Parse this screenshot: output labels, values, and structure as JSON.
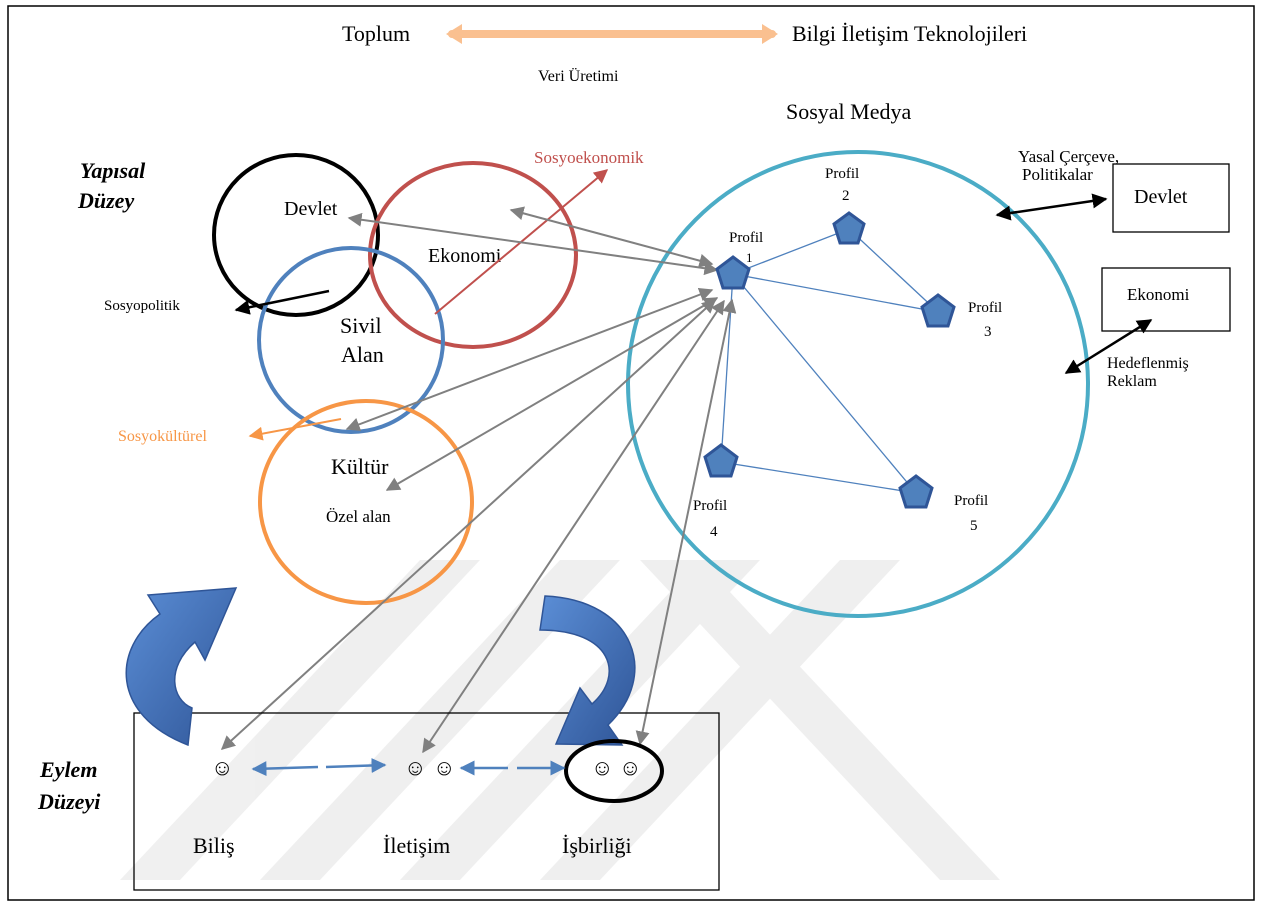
{
  "header": {
    "left": "Toplum",
    "right": "Bilgi İletişim Teknolojileri",
    "sub": "Veri Üretimi"
  },
  "levels": {
    "structural": [
      "Yapısal",
      "Düzey"
    ],
    "action": [
      "Eylem",
      "Düzeyi"
    ]
  },
  "spheres": {
    "devlet": "Devlet",
    "ekonomi": "Ekonomi",
    "sivil": [
      "Sivil",
      "Alan"
    ],
    "kultur": "Kültür",
    "ozel": "Özel alan"
  },
  "arrows": {
    "sosyoekonomik": "Sosyoekonomik",
    "sosyopolitik": "Sosyopolitik",
    "sosyokulturel": "Sosyokültürel"
  },
  "social_media": {
    "title": "Sosyal Medya",
    "profiles": [
      {
        "label": "Profil",
        "num": "1"
      },
      {
        "label": "Profil",
        "num": "2"
      },
      {
        "label": "Profil",
        "num": "3"
      },
      {
        "label": "Profil",
        "num": "4"
      },
      {
        "label": "Profil",
        "num": "5"
      }
    ]
  },
  "right_boxes": {
    "frame_label": [
      "Yasal Çerçeve,",
      "Politikalar"
    ],
    "devlet": "Devlet",
    "ekonomi": "Ekonomi",
    "ads_label": [
      "Hedeflenmiş",
      "Reklam"
    ]
  },
  "action": {
    "smile": "☺",
    "biliş": "Biliş",
    "iletisim": "İletişim",
    "isbirligi": "İşbirliği"
  },
  "colors": {
    "black": "#000000",
    "red": "#c0504d",
    "blue": "#4f81bd",
    "orange": "#f79646",
    "teal": "#4bacc6",
    "gray": "#808080",
    "peach": "#fac090",
    "dark_blue": "#2f5597"
  }
}
